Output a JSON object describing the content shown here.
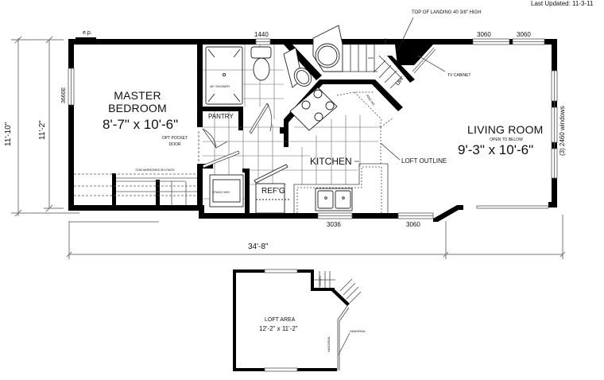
{
  "header": {
    "last_updated": "Last Updated: 11-3-11"
  },
  "main_floor": {
    "overall_width": "34'-8\"",
    "overall_depth": "11'-10\"",
    "interior_depth": "11'-2\"",
    "rooms": {
      "master_bedroom": {
        "name_line1": "MASTER",
        "name_line2": "BEDROOM",
        "dimensions": "8'-7\" x 10'-6\""
      },
      "living_room": {
        "name": "LIVING ROOM",
        "note": "OPEN TO BELOW",
        "dimensions": "9'-3\" x 10'-6\""
      },
      "kitchen": {
        "name": "KITCHEN"
      },
      "pantry": {
        "name": "PANTRY"
      }
    },
    "fixtures": {
      "shower": "48\" SHOWER",
      "stack_wd": "STACK W/D",
      "refrigerator": "REF'G",
      "opt_pocket_door_line1": "OPT POCKET",
      "opt_pocket_door_line2": "DOOR",
      "mirrored_bypass": "7283 MIRRORED BY-PASS",
      "range_hood": "RNG HD",
      "stairs_up": "UP"
    },
    "annotations": {
      "top_of_landing": "TOP OF LANDING 40 3/8\" HIGH",
      "tv_cabinet": "TV CABINET",
      "loft_outline": "LOFT OUTLINE",
      "electric_panel": "e.p."
    },
    "windows": {
      "top_bath": "1440",
      "top_living_1": "3060",
      "top_living_2": "3060",
      "left_bedroom": "3660E",
      "right_living": "(3) 2460 windows",
      "bottom_kitchen": "3036",
      "bottom_living": "3060"
    }
  },
  "loft": {
    "name": "LOFT AREA",
    "dimensions": "12'-2\" x 11'-2\"",
    "handrail_label": "HANDRAIL",
    "handrail_callout": "HANDRAIL",
    "down_label": "DOWN"
  }
}
